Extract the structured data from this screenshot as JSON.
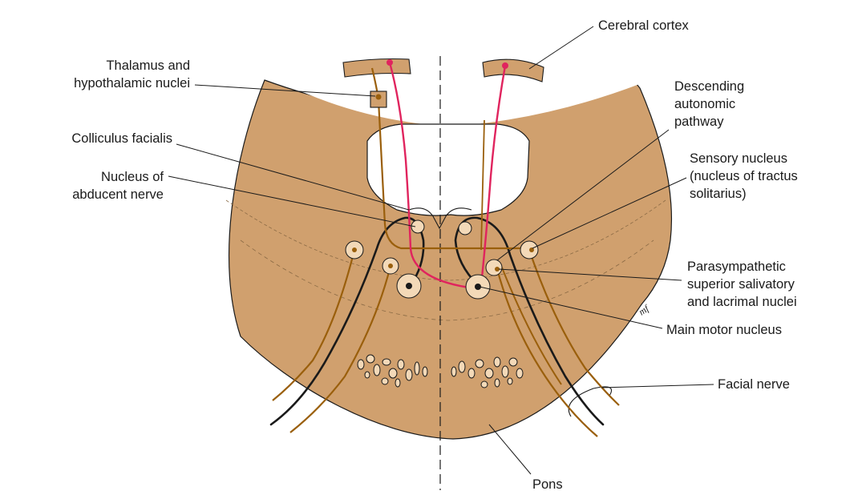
{
  "labels": {
    "cerebral_cortex": [
      "Cerebral cortex"
    ],
    "thalamus": [
      "Thalamus and",
      "hypothalamic nuclei"
    ],
    "colliculus": [
      "Colliculus facialis"
    ],
    "abducent": [
      "Nucleus of",
      "abducent nerve"
    ],
    "descending": [
      "Descending",
      "autonomic",
      "pathway"
    ],
    "sensory": [
      "Sensory nucleus",
      "(nucleus of tractus",
      "solitarius)"
    ],
    "parasympathetic": [
      "Parasympathetic",
      "superior salivatory",
      "and lacrimal nuclei"
    ],
    "main_motor": [
      "Main motor nucleus"
    ],
    "facial_nerve": [
      "Facial nerve"
    ],
    "pons": [
      "Pons"
    ]
  },
  "artist_mark": "mf",
  "colors": {
    "tissue": "#d0a06e",
    "outline": "#1a1a1a",
    "nerve_brown": "#9a5f0c",
    "pathway_red": "#e0245e",
    "nucleus_fill": "#f3d9b8",
    "background": "#ffffff"
  }
}
